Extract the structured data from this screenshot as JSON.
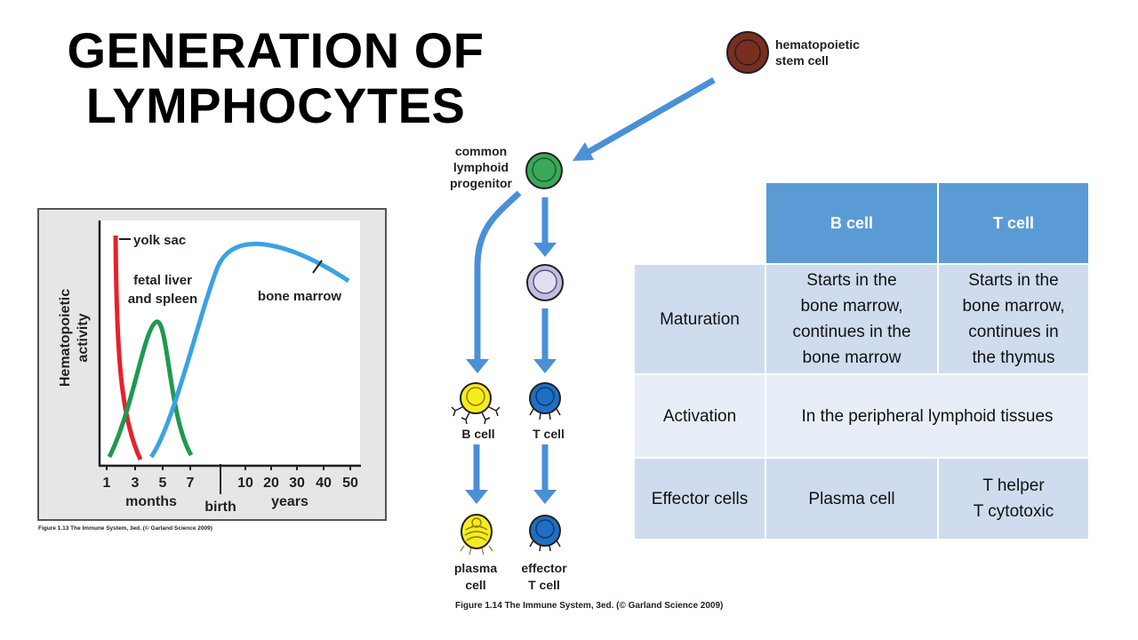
{
  "title_lines": [
    "GENERATION OF",
    "LYMPHOCYTES"
  ],
  "colors": {
    "arrow": "#4a90d6",
    "stem_cell": "#7a2e1f",
    "progenitor": "#3aa858",
    "precursor": "#c3bde0",
    "b_cell": "#f6ec1d",
    "t_cell": "#1f6fc4",
    "yolk_sac_curve": "#e8202a",
    "fetal_liver_curve": "#1f9950",
    "bone_marrow_curve": "#3aa3e3",
    "table_header": "#5b9bd5"
  },
  "chart_data": {
    "type": "line",
    "ylabel": "Hematopoietic activity",
    "xlabel_groups": [
      "months",
      "birth",
      "years"
    ],
    "tick_labels_months": [
      "1",
      "3",
      "5",
      "7"
    ],
    "tick_labels_years": [
      "10",
      "20",
      "30",
      "40",
      "50"
    ],
    "series": [
      {
        "name": "yolk sac"
      },
      {
        "name": "fetal liver and spleen"
      },
      {
        "name": "bone marrow"
      }
    ],
    "caption": "Figure 1.13 The Immune System, 3ed. (© Garland Science 2009)"
  },
  "chart_label_lines": {
    "yolk_sac": [
      "yolk sac"
    ],
    "fetal_liver": [
      "fetal liver",
      "and spleen"
    ],
    "bone_marrow": [
      "bone marrow"
    ],
    "ylabel": [
      "Hematopoietic",
      "activity"
    ]
  },
  "lineage": {
    "stem_cell_lines": [
      "hematopoietic",
      "stem cell"
    ],
    "progenitor_lines": [
      "common",
      "lymphoid",
      "progenitor"
    ],
    "b_cell": "B cell",
    "t_cell": "T cell",
    "plasma_cell_lines": [
      "plasma",
      "cell"
    ],
    "effector_t_lines": [
      "effector",
      "T cell"
    ],
    "caption": "Figure 1.14 The Immune System, 3ed. (© Garland Science 2009)"
  },
  "table": {
    "headers": [
      "B cell",
      "T cell"
    ],
    "rows": [
      {
        "label": "Maturation",
        "b": [
          "Starts in the",
          "bone marrow,",
          "continues in the",
          "bone marrow"
        ],
        "t": [
          "Starts in the",
          "bone marrow,",
          "continues in",
          "the thymus"
        ]
      },
      {
        "label": "Activation",
        "both": [
          "In the peripheral lymphoid tissues"
        ]
      },
      {
        "label": "Effector cells",
        "b": [
          "Plasma cell"
        ],
        "t": [
          "T helper",
          "T cytotoxic"
        ]
      }
    ]
  }
}
